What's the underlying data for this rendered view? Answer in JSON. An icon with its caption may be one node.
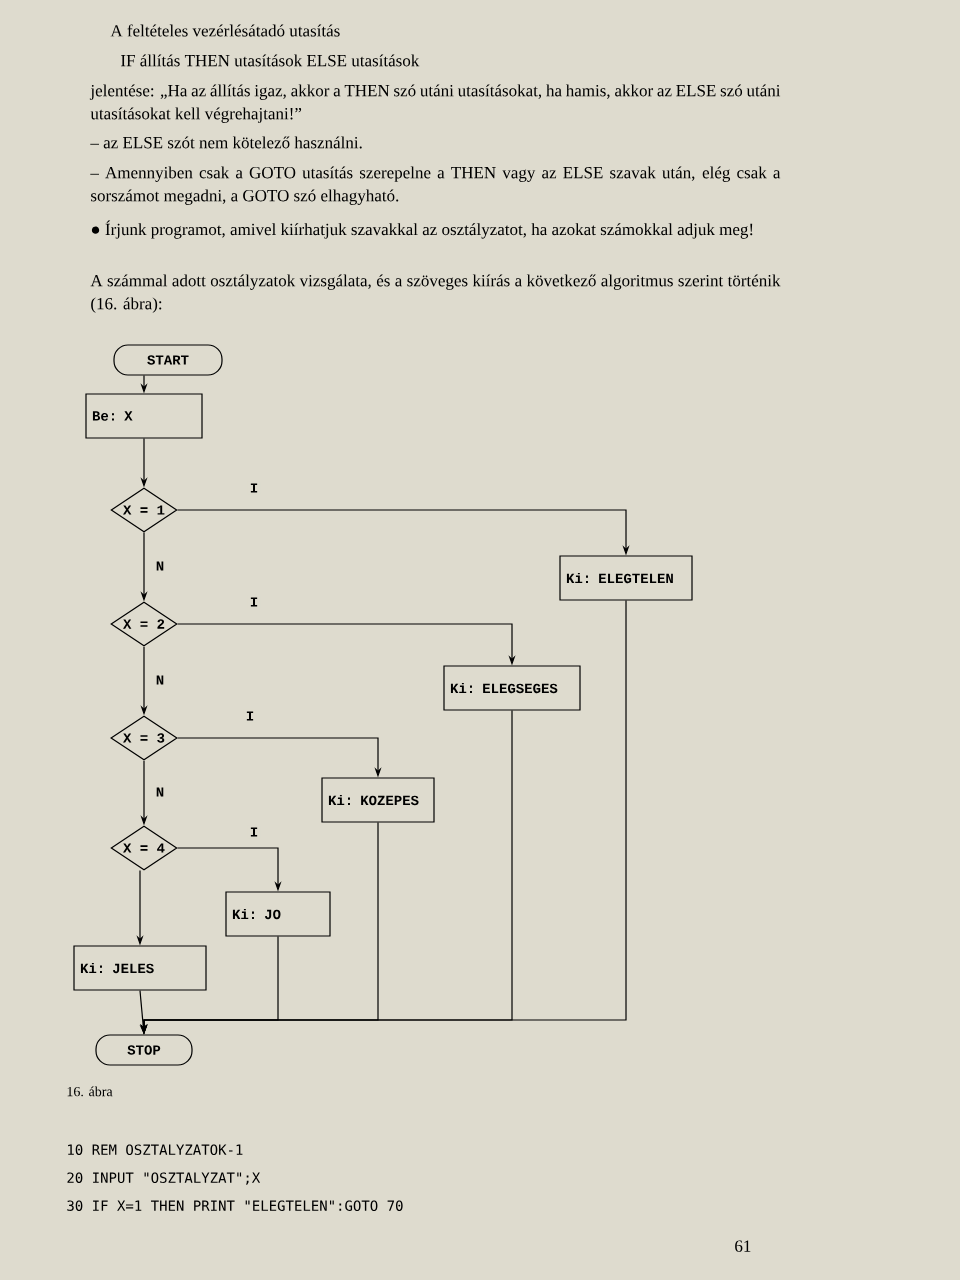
{
  "diagram": {
    "caption": "16. ábra",
    "nodes": [
      {
        "text": [
          "START"
        ]
      },
      {
        "text": [
          "Be: X"
        ]
      },
      {
        "text": [
          "X = 1"
        ]
      },
      {
        "text": [
          "X = 2"
        ]
      },
      {
        "text": [
          "X = 3"
        ]
      },
      {
        "text": [
          "X = 4"
        ]
      },
      {
        "text": [
          "Ki: ELEGTELEN"
        ]
      },
      {
        "text": [
          "Ki: ELEGSEGES"
        ]
      },
      {
        "text": [
          "Ki: KOZEPES"
        ]
      },
      {
        "text": [
          "Ki: JO"
        ]
      },
      {
        "text": [
          "Ki: JELES"
        ]
      },
      {
        "text": [
          "STOP"
        ]
      }
    ],
    "edges": [
      {
        "from": 0,
        "to": 1,
        "arrow": "to"
      },
      {
        "from": 1,
        "to": 2,
        "arrow": "to"
      },
      {
        "from": 2,
        "to": 6,
        "arrow": "to",
        "label": "I"
      },
      {
        "from": 2,
        "to": 3,
        "arrow": "to",
        "label": "N"
      },
      {
        "from": 3,
        "to": 7,
        "arrow": "to",
        "label": "I"
      },
      {
        "from": 3,
        "to": 4,
        "arrow": "to",
        "label": "N"
      },
      {
        "from": 4,
        "to": 8,
        "arrow": "to",
        "label": "I"
      },
      {
        "from": 4,
        "to": 5,
        "arrow": "to",
        "label": "N"
      },
      {
        "from": 5,
        "to": 9,
        "arrow": "to",
        "label": "I"
      },
      {
        "from": 5,
        "to": 10,
        "arrow": "to"
      },
      {
        "from": 10,
        "to": 11,
        "arrow": "to"
      },
      {
        "from": 9,
        "to": 11,
        "arrow": "to"
      },
      {
        "from": 8,
        "to": 11,
        "arrow": "to"
      },
      {
        "from": 7,
        "to": 11,
        "arrow": "to"
      },
      {
        "from": 6,
        "to": 11,
        "arrow": "to"
      }
    ],
    "labels": [
      "A feltételes vezérlésátadó utasítás",
      "IF állítás THEN utasítások ELSE utasítások",
      "jelentése: „Ha az állítás igaz, akkor a THEN szó utáni utasításokat, ha hamis, akkor az ELSE szó utáni utasításokat kell végrehajtani!”",
      "– az ELSE szót nem kötelező használni.",
      "– Amennyiben csak a GOTO utasítás szerepelne a THEN vagy az ELSE szavak után, elég csak a sorszámot megadni, a GOTO szó elhagyható.",
      "● Írjunk programot, amivel kiírhatjuk szavakkal az osztályzatot, ha azokat számokkal adjuk meg!",
      "A számmal adott osztályzatok vizsgálata, és a szöveges kiírás a következő algoritmus szerint történik (16. ábra):",
      "10 REM OSZTALYZATOK-1",
      "20 INPUT \"OSZTALYZAT\";X",
      "30 IF X=1 THEN PRINT \"ELEGTELEN\":GOTO 70",
      "61"
    ]
  }
}
